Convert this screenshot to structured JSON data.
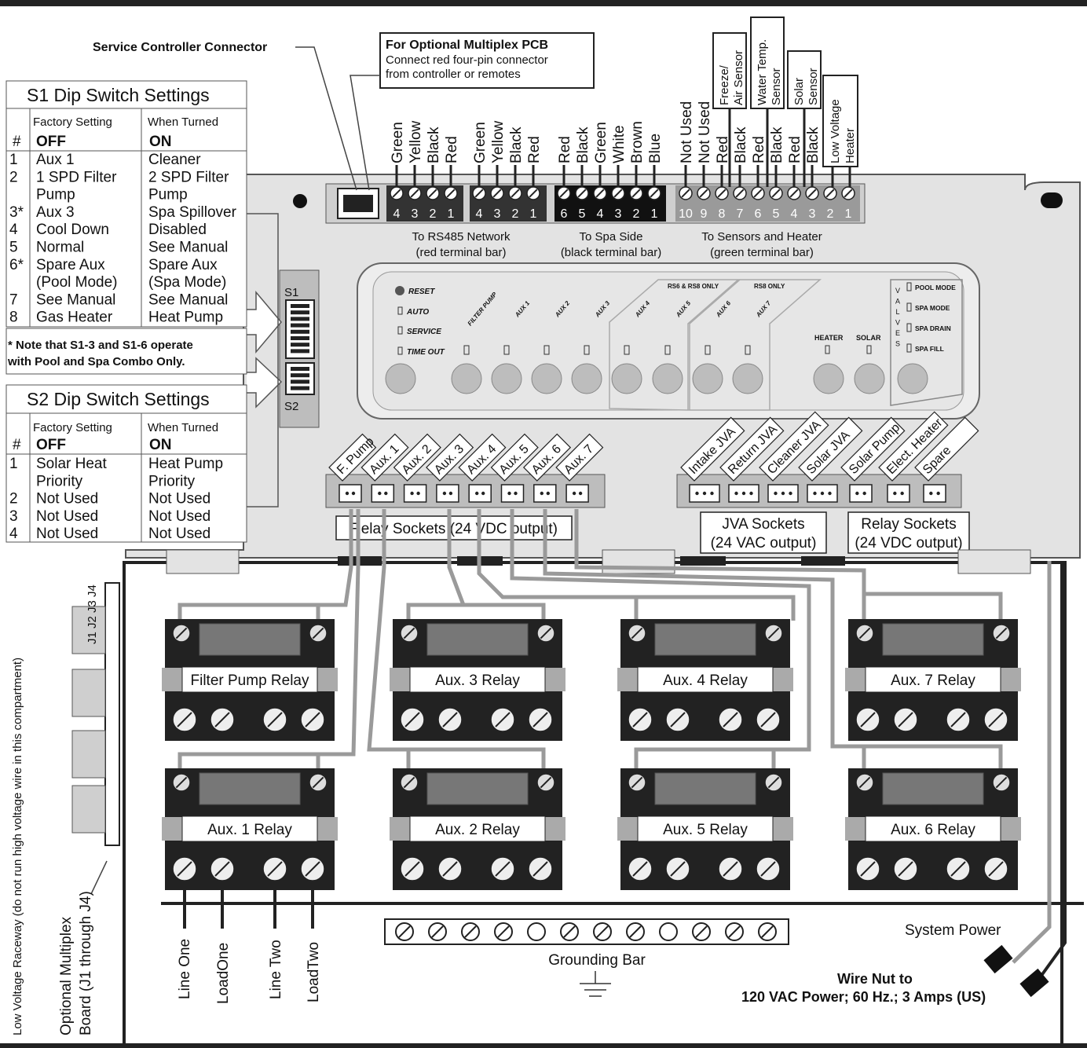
{
  "callouts": {
    "service_connector": "Service Controller Connector",
    "multiplex_title": "For Optional Multiplex PCB",
    "multiplex_line1": "Connect red four-pin connector",
    "multiplex_line2": "from controller or remotes"
  },
  "s1": {
    "title": "S1 Dip Switch Settings",
    "col_num": "#",
    "col_factory_1": "Factory Setting",
    "col_factory_2": "OFF",
    "col_on_1": "When Turned",
    "col_on_2": "ON",
    "rows": [
      {
        "n": "1",
        "off": "Aux 1",
        "on": "Cleaner"
      },
      {
        "n": "2",
        "off": "1 SPD Filter",
        "on": "2 SPD Filter"
      },
      {
        "n": "",
        "off": "Pump",
        "on": "Pump"
      },
      {
        "n": "3*",
        "off": "Aux 3",
        "on": "Spa Spillover"
      },
      {
        "n": "4",
        "off": "Cool Down",
        "on": "Disabled"
      },
      {
        "n": "5",
        "off": "Normal",
        "on": "See Manual"
      },
      {
        "n": "6*",
        "off": "Spare Aux",
        "on": "Spare Aux"
      },
      {
        "n": "",
        "off": "(Pool Mode)",
        "on": "(Spa Mode)"
      },
      {
        "n": "7",
        "off": "See Manual",
        "on": "See Manual"
      },
      {
        "n": "8",
        "off": "Gas Heater",
        "on": "Heat Pump"
      }
    ],
    "note_1": "* Note that S1-3 and S1-6 operate",
    "note_2": "with Pool and Spa Combo Only."
  },
  "s2": {
    "title": "S2 Dip Switch Settings",
    "col_num": "#",
    "col_factory_1": "Factory Setting",
    "col_factory_2": "OFF",
    "col_on_1": "When Turned",
    "col_on_2": "ON",
    "rows": [
      {
        "n": "1",
        "off": "Solar Heat",
        "on": "Heat Pump"
      },
      {
        "n": "",
        "off": "Priority",
        "on": "Priority"
      },
      {
        "n": "2",
        "off": "Not Used",
        "on": "Not Used"
      },
      {
        "n": "3",
        "off": "Not Used",
        "on": "Not Used"
      },
      {
        "n": "4",
        "off": "Not Used",
        "on": "Not Used"
      }
    ]
  },
  "switch_labels": {
    "s1": "S1",
    "s2": "S2"
  },
  "terminals": {
    "rs485": {
      "wires": [
        "Green",
        "Yellow",
        "Black",
        "Red"
      ],
      "nums": [
        "4",
        "3",
        "2",
        "1"
      ],
      "label_1": "To RS485 Network",
      "label_2": "(red terminal bar)"
    },
    "rs485b": {
      "wires": [
        "Green",
        "Yellow",
        "Black",
        "Red"
      ],
      "nums": [
        "4",
        "3",
        "2",
        "1"
      ]
    },
    "spa": {
      "wires": [
        "Red",
        "Black",
        "Green",
        "White",
        "Brown",
        "Blue"
      ],
      "nums": [
        "6",
        "5",
        "4",
        "3",
        "2",
        "1"
      ],
      "label_1": "To Spa Side",
      "label_2": "(black terminal bar)"
    },
    "sensors": {
      "wires": [
        "Not Used",
        "Not Used",
        "Red",
        "Black",
        "Red",
        "Black",
        "Red",
        "Black"
      ],
      "nums": [
        "10",
        "9",
        "8",
        "7",
        "6",
        "5",
        "4",
        "3",
        "2",
        "1"
      ],
      "label_1": "To Sensors and Heater",
      "label_2": "(green terminal bar)"
    },
    "sensor_boxes": {
      "freeze_1": "Freeze/",
      "freeze_2": "Air Sensor",
      "water_1": "Water Temp.",
      "water_2": "Sensor",
      "solar_1": "Solar",
      "solar_2": "Sensor",
      "lvh_1": "Low Voltage",
      "lvh_2": "Heater"
    }
  },
  "front_panel": {
    "reset": "RESET",
    "auto": "AUTO",
    "service": "SERVICE",
    "timeout": "TIME OUT",
    "buttons": [
      "FILTER PUMP",
      "AUX 1",
      "AUX 2",
      "AUX 3",
      "AUX 4",
      "AUX 5",
      "AUX 6",
      "AUX 7"
    ],
    "rs6_rs8": "RS6 & RS8 ONLY",
    "rs8": "RS8 ONLY",
    "heater": "HEATER",
    "solar": "SOLAR",
    "valves_letters": [
      "V",
      "A",
      "L",
      "V",
      "E",
      "S"
    ],
    "valve_modes": [
      "POOL MODE",
      "SPA MODE",
      "SPA DRAIN",
      "SPA FILL"
    ]
  },
  "relay_sockets": {
    "labels": [
      "F. Pump",
      "Aux. 1",
      "Aux. 2",
      "Aux. 3",
      "Aux. 4",
      "Aux. 5",
      "Aux. 6",
      "Aux. 7"
    ],
    "caption": "Relay Sockets (24 VDC output)"
  },
  "jva_sockets": {
    "labels": [
      "Intake JVA",
      "Return JVA",
      "Cleaner JVA",
      "Solar JVA",
      "Solar Pump",
      "Elect. Heater",
      "Spare"
    ],
    "caption_jva_1": "JVA Sockets",
    "caption_jva_2": "(24 VAC output)",
    "caption_relay_1": "Relay Sockets",
    "caption_relay_2": "(24 VDC output)"
  },
  "relays": {
    "top": [
      "Filter Pump Relay",
      "Aux. 3 Relay",
      "Aux. 4 Relay",
      "Aux. 7 Relay"
    ],
    "bottom": [
      "Aux. 1 Relay",
      "Aux. 2 Relay",
      "Aux. 5 Relay",
      "Aux. 6 Relay"
    ]
  },
  "side": {
    "raceway": "Low Voltage Raceway (do not run high voltage wire in this compartment)",
    "multiplex_1": "Optional Multiplex",
    "multiplex_2": "Board (J1 through J4)",
    "jacks": [
      "J1",
      "J2",
      "J3",
      "J4"
    ]
  },
  "load_labels": [
    "Line One",
    "LoadOne",
    "Line Two",
    "LoadTwo"
  ],
  "grounding_bar": "Grounding Bar",
  "system_power": "System Power",
  "wire_nut_1": "Wire Nut to",
  "wire_nut_2": "120 VAC Power; 60 Hz.; 3 Amps (US)"
}
